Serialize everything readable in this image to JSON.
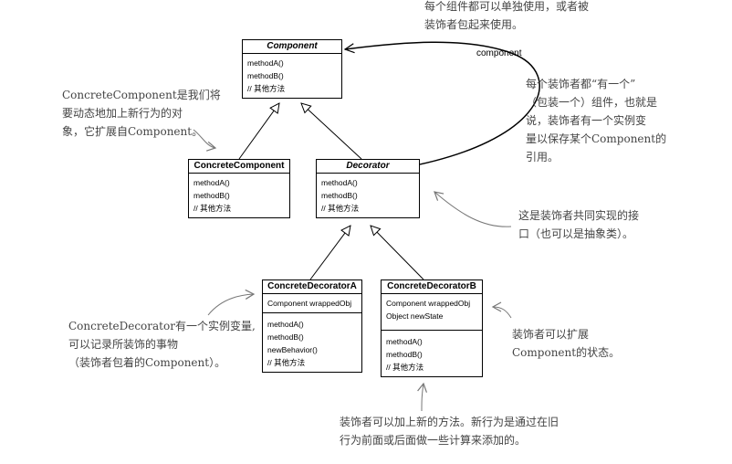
{
  "classes": {
    "component": {
      "name": "Component",
      "members": [
        [
          "methodA()",
          "methodB()",
          "// 其他方法"
        ]
      ]
    },
    "concrete_component": {
      "name": "ConcreteComponent",
      "members": [
        [
          "methodA()",
          "methodB()",
          "// 其他方法"
        ]
      ]
    },
    "decorator": {
      "name": "Decorator",
      "members": [
        [
          "methodA()",
          "methodB()",
          "// 其他方法"
        ]
      ]
    },
    "concrete_decorator_a": {
      "name": "ConcreteDecoratorA",
      "members": [
        [
          "Component wrappedObj"
        ],
        [
          "methodA()",
          "methodB()",
          "newBehavior()",
          "// 其他方法"
        ]
      ]
    },
    "concrete_decorator_b": {
      "name": "ConcreteDecoratorB",
      "members": [
        [
          "Component wrappedObj",
          "Object newState"
        ],
        [
          "methodA()",
          "methodB()",
          "// 其他方法"
        ]
      ]
    }
  },
  "association_label": "component",
  "notes": {
    "top": [
      "每个组件都可以单独使用，或者被",
      "装饰者包起来使用。"
    ],
    "concrete_component": [
      "ConcreteComponent是我们将",
      "要动态地加上新行为的对",
      "象，它扩展自Component。"
    ],
    "has_a": [
      "每个装饰者都“有一个”",
      "（包装一个）组件，也就是",
      "说，装饰者有一个实例变",
      "量以保存某个Component的",
      "引用。"
    ],
    "decorator_interface": [
      "这是装饰者共同实现的接",
      "口（也可以是抽象类）。"
    ],
    "concrete_decorator_a": [
      "ConcreteDecorator有一个实例变量,",
      "可以记录所装饰的事物",
      "（装饰者包着的Component）。"
    ],
    "extend_state": [
      "装饰者可以扩展",
      "Component的状态。"
    ],
    "new_methods": [
      "装饰者可以加上新的方法。新行为是通过在旧",
      "行为前面或后面做一些计算来添加的。"
    ]
  }
}
